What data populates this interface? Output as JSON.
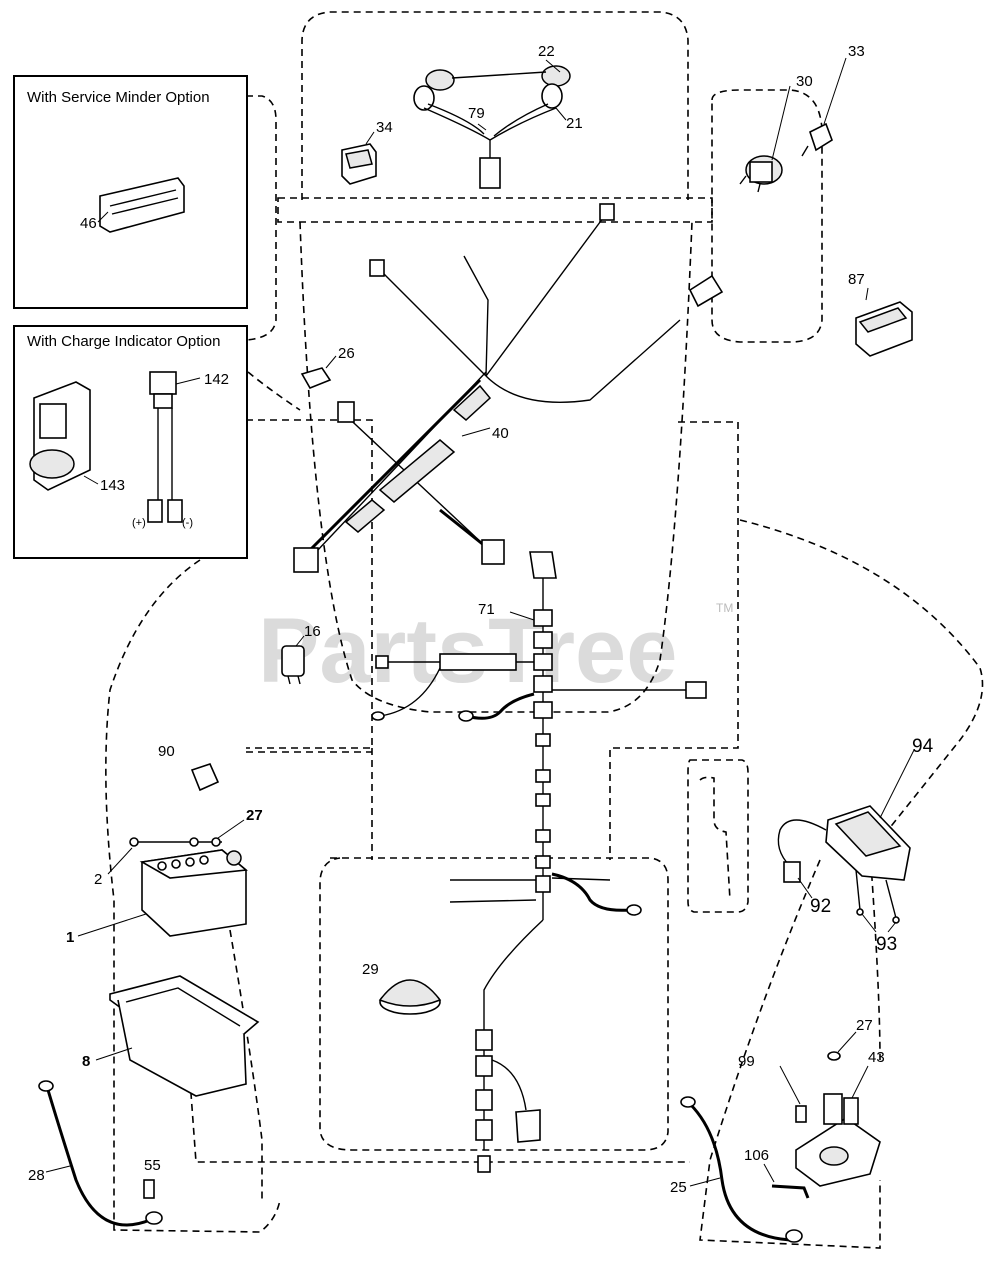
{
  "watermark": {
    "text": "PartsTree",
    "tm": "TM"
  },
  "inset_boxes": [
    {
      "title": "With Service Minder Option"
    },
    {
      "title": "With Charge Indicator Option"
    }
  ],
  "terminal_marks": {
    "plus": "(+)",
    "minus": "(-)"
  },
  "callouts": {
    "c1": "1",
    "c2": "2",
    "c8": "8",
    "c16": "16",
    "c21": "21",
    "c22": "22",
    "c25": "25",
    "c26": "26",
    "c27a": "27",
    "c27b": "27",
    "c28": "28",
    "c29": "29",
    "c30": "30",
    "c33": "33",
    "c34": "34",
    "c40": "40",
    "c43": "43",
    "c46": "46",
    "c55": "55",
    "c71": "71",
    "c79": "79",
    "c87": "87",
    "c90": "90",
    "c92": "92",
    "c93": "93",
    "c94": "94",
    "c99": "99",
    "c106": "106",
    "c142": "142",
    "c143": "143"
  }
}
